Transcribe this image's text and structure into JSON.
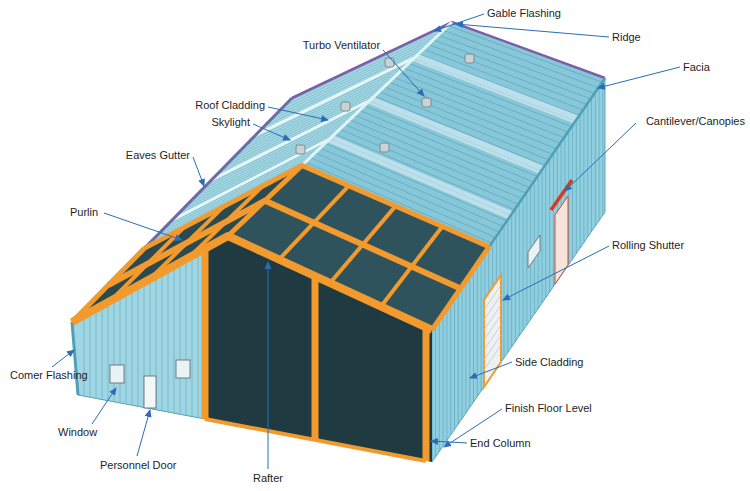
{
  "diagram": {
    "labels": [
      "Gable Flashing",
      "Ridge",
      "Turbo Ventilator",
      "Facia",
      "Roof Cladding",
      "Skylight",
      "Cantilever/Canopies",
      "Eaves Gutter",
      "Purlin",
      "Rolling Shutter",
      "Comer Flashing",
      "Side Cladding",
      "Window",
      "Finish Floor Level",
      "Personnel Door",
      "Rafter",
      "End Column"
    ]
  }
}
